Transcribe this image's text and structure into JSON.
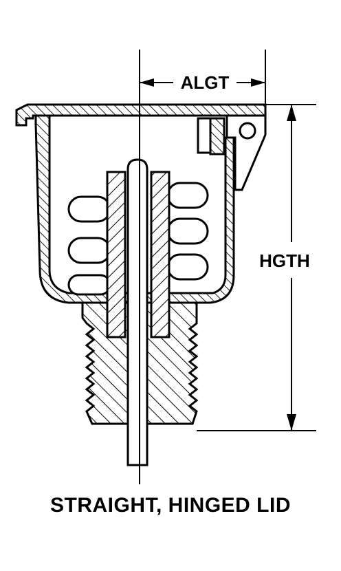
{
  "dimensions": {
    "width_label": "ALGT",
    "height_label": "HGTH"
  },
  "caption": "STRAIGHT, HINGED LID",
  "colors": {
    "line": "#000000",
    "background": "#ffffff"
  }
}
